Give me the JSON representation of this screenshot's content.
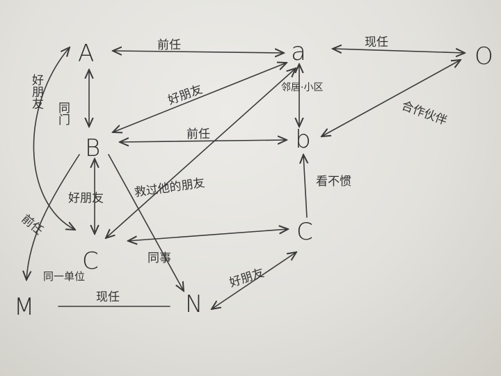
{
  "nodes": {
    "A": "A",
    "B": "B",
    "C_left": "C",
    "M": "M",
    "N": "N",
    "a": "a",
    "b": "b",
    "c_right": "C",
    "O": "O"
  },
  "labels": {
    "A_a": "前任",
    "a_O": "现任",
    "A_B": "同门",
    "B_a": "好朋友",
    "B_b": "前任",
    "a_b": "邻居·小区",
    "b_O": "合作伙伴",
    "b_c": "看不惯",
    "C_a": "救过他的朋友",
    "B_C": "好朋友",
    "C_c": "同事",
    "A_M": "好朋友",
    "B_M": "前任",
    "C_M": "同一单位",
    "M_N": "现任",
    "c_N": "好朋友"
  }
}
